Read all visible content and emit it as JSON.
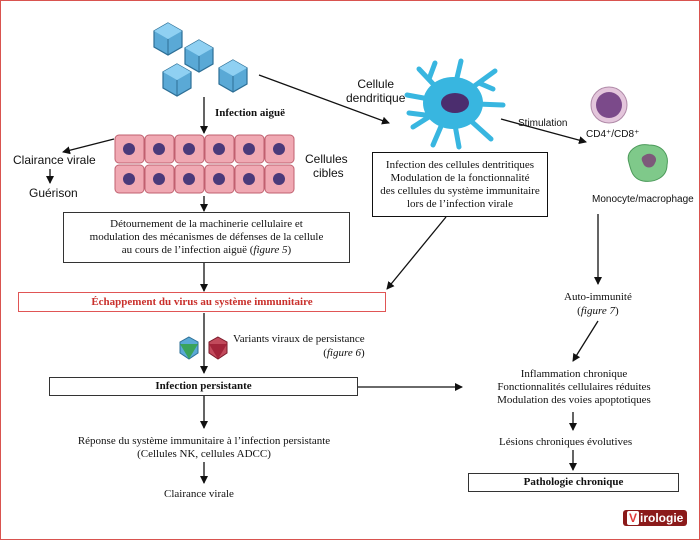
{
  "nodes": {
    "infection_aigue": "Infection aiguë",
    "cellules_cibles": [
      "Cellules",
      "cibles"
    ],
    "clairance_virale_top": "Clairance virale",
    "guerison": "Guérison",
    "cellule_dendritique": [
      "Cellule",
      "dendritique"
    ],
    "stimulation": "Stimulation",
    "cd4_cd8": "CD4⁺/CD8⁺",
    "monocyte": "Monocyte/macrophage",
    "dendritic_box": [
      "Infection des cellules dentritiques",
      "Modulation de la fonctionnalité",
      "des cellules du système immunitaire",
      "lors de l’infection virale"
    ],
    "detournement_box": [
      "Détournement de la machinerie cellulaire et",
      "modulation des mécanismes de défenses de la cellule",
      "au cours de l’infection aiguë ("
    ],
    "detournement_fig": "figure 5",
    "detournement_close": ")",
    "echappement": "Échappement du virus au système immunitaire",
    "variants": "Variants viraux de persistance",
    "variants_fig_open": "(",
    "variants_fig": "figure 6",
    "variants_fig_close": ")",
    "infection_persistante": "Infection persistante",
    "reponse": [
      "Réponse du système immunitaire à l’infection persistante",
      "(Cellules NK, cellules ADCC)"
    ],
    "clairance_virale_bottom": "Clairance virale",
    "auto_immunite": "Auto-immunité",
    "auto_fig_open": "(",
    "auto_fig": "figure 7",
    "auto_fig_close": ")",
    "inflammation": [
      "Inflammation chronique",
      "Fonctionnalités cellulaires réduites",
      "Modulation des voies apoptotiques"
    ],
    "lesions": "Lésions chroniques évolutives",
    "pathologie": "Pathologie chronique"
  },
  "logo": {
    "initial": "V",
    "text": "irologie"
  },
  "colors": {
    "frame": "#d9534f",
    "virus": "#5aa9d6",
    "cell_fill": "#f0a9b3",
    "nucleus": "#4b3a7a",
    "dendritic": "#38b6e0",
    "lymphocyte": "#7b4a8a",
    "monocyte": "#7fc98a",
    "variant_green": "#3aa35a",
    "variant_red": "#a3243a",
    "echappement_text": "#c9302c"
  },
  "icons": [
    "virus-icon",
    "epithelial-cells-icon",
    "dendritic-cell-icon",
    "lymphocyte-icon",
    "monocyte-icon",
    "variant-virus-green-icon",
    "variant-virus-red-icon"
  ]
}
